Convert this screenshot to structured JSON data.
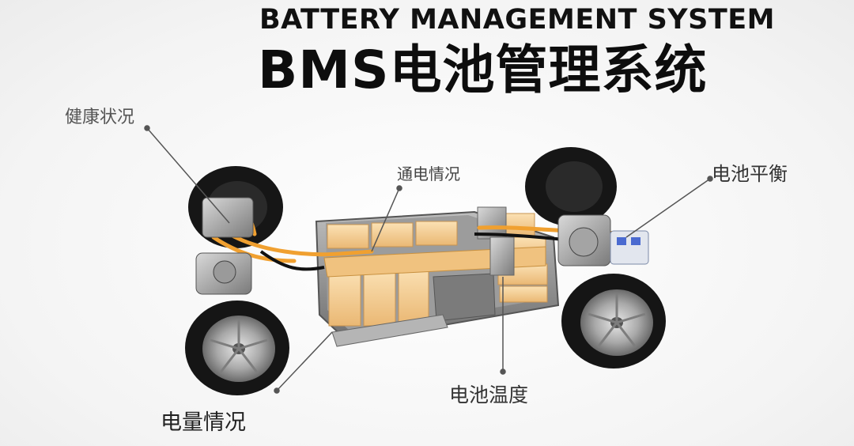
{
  "title": {
    "english": "BATTERY MANAGEMENT SYSTEM",
    "chinese": "BMS电池管理系统"
  },
  "callouts": {
    "health": "健康状况",
    "current": "通电情况",
    "balance": "电池平衡",
    "charge": "电量情况",
    "temperature": "电池温度"
  },
  "colors": {
    "title": "#111111",
    "battery_cell": "#f3c98a",
    "cable": "#f0a030",
    "tire": "#1a1a1a",
    "frame": "#8a8a8a"
  }
}
